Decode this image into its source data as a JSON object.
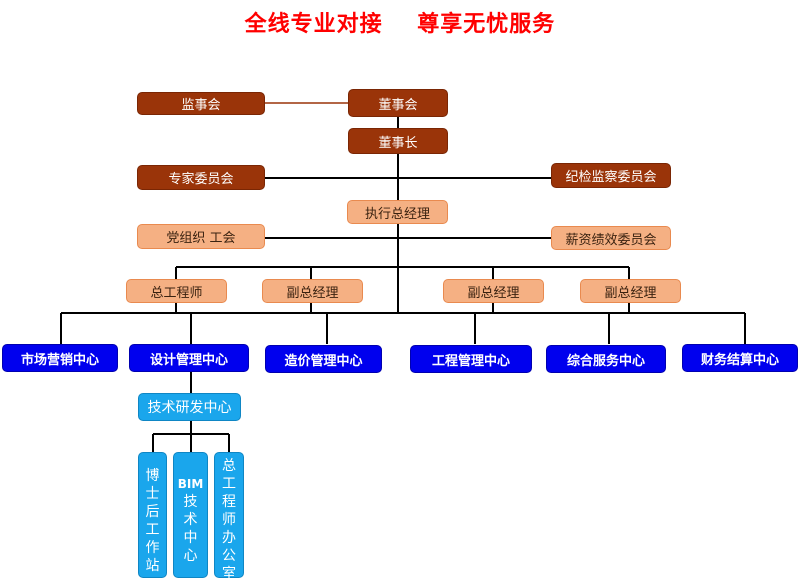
{
  "title": "全线专业对接    尊享无忧服务",
  "colors": {
    "title": "#ff0000",
    "governance": "#9a3409",
    "management": "#f5b083",
    "centers": "#0000ee",
    "rd": "#1aa6ec",
    "connector": "#000000"
  },
  "governance": {
    "supervisory_board": "监事会",
    "board_of_directors": "董事会",
    "chairman": "董事长",
    "expert_committee": "专家委员会",
    "discipline_committee": "纪检监察委员会"
  },
  "management": {
    "executive_gm": "执行总经理",
    "party_union": "党组织 工会",
    "compensation_committee": "薪资绩效委员会",
    "chief_engineer": "总工程师",
    "deputy_gm_1": "副总经理",
    "deputy_gm_2": "副总经理",
    "deputy_gm_3": "副总经理"
  },
  "centers": [
    "市场营销中心",
    "设计管理中心",
    "造价管理中心",
    "工程管理中心",
    "综合服务中心",
    "财务结算中心"
  ],
  "rd": {
    "center": "技术研发中心",
    "units": [
      [
        "博",
        "士",
        "后",
        "工",
        "作",
        "站"
      ],
      [
        "BIM",
        "技",
        "术",
        "中",
        "心"
      ],
      [
        "总",
        "工",
        "程",
        "师",
        "办",
        "公",
        "室"
      ]
    ]
  }
}
